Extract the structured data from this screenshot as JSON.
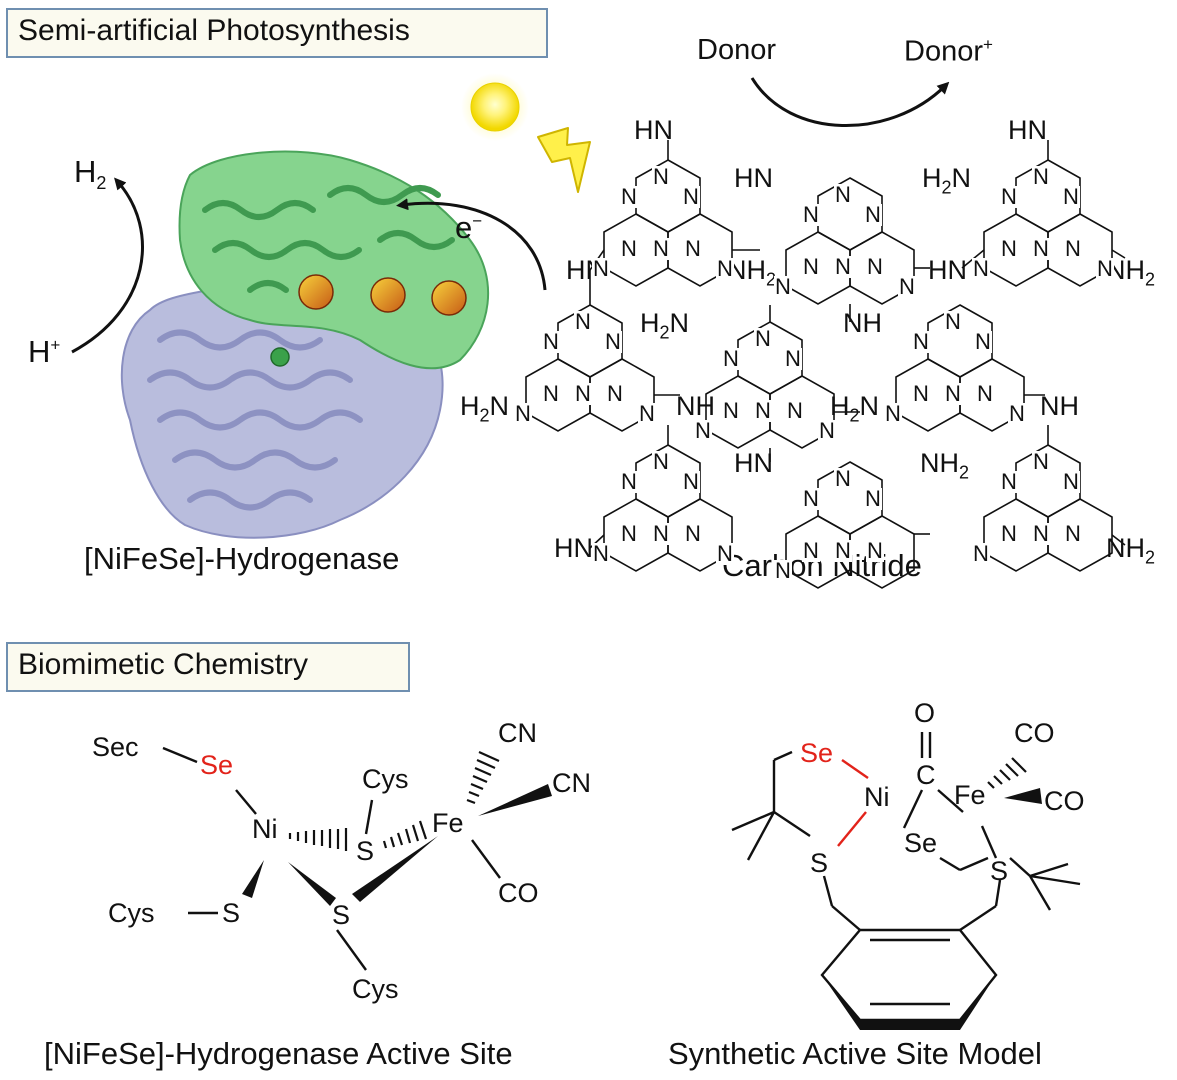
{
  "sections": {
    "top": "Semi-artificial Photosynthesis",
    "bottom": "Biomimetic Chemistry"
  },
  "labels": {
    "h2": "H",
    "h2_sub": "2",
    "hplus": "H",
    "hplus_sup": "+",
    "electron": "e",
    "electron_sup": "−",
    "donor": "Donor",
    "donor_plus": "Donor",
    "donor_plus_sup": "+"
  },
  "captions": {
    "enzyme": "[NiFeSe]-Hydrogenase",
    "carbon_nitride": "Carbon Nitride",
    "active_site": "[NiFeSe]-Hydrogenase Active Site",
    "model": "Synthetic Active Site Model"
  },
  "carbon_nitride_groups": {
    "n": "N",
    "hn": "HN",
    "nh": "NH",
    "nh2": "NH",
    "nh2_sub": "2",
    "h2n": "H",
    "h2n_sub": "2",
    "h2n_n": "N"
  },
  "active_site": {
    "sec": "Sec",
    "se": "Se",
    "ni": "Ni",
    "fe": "Fe",
    "s": "S",
    "cys": "Cys",
    "cn": "CN",
    "co": "CO"
  },
  "model": {
    "se": "Se",
    "ni": "Ni",
    "fe": "Fe",
    "s": "S",
    "o": "O",
    "c": "C",
    "co": "CO"
  }
}
